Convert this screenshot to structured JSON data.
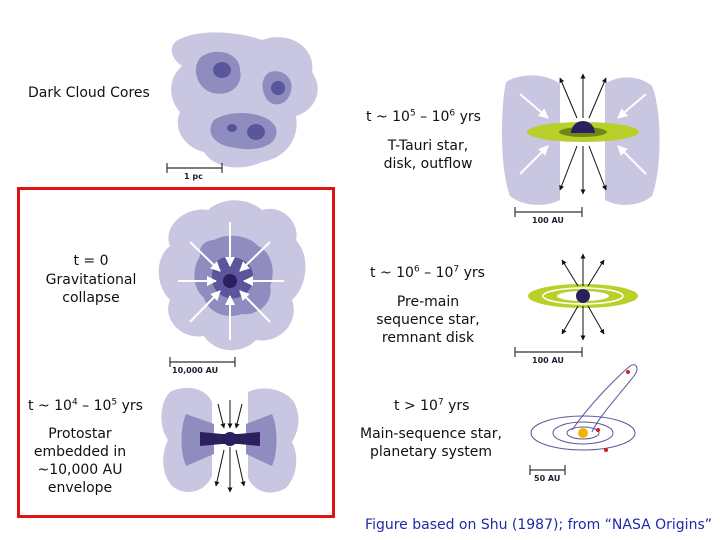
{
  "labels": {
    "dark_cloud": "Dark Cloud Cores",
    "t0_time": "t = 0",
    "t0_desc_1": "Gravitational",
    "t0_desc_2": "collapse",
    "proto_time_prefix": "t ~ 10",
    "proto_time_exp1": "4",
    "proto_time_mid": " – 10",
    "proto_time_exp2": "5",
    "proto_time_suffix": " yrs",
    "proto_desc_1": "Protostar",
    "proto_desc_2": "embedded in",
    "proto_desc_3": "~10,000 AU",
    "proto_desc_4": "envelope",
    "ttauri_time_prefix": "t ~ 10",
    "ttauri_time_exp1": "5",
    "ttauri_time_mid": " – 10",
    "ttauri_time_exp2": "6",
    "ttauri_time_suffix": " yrs",
    "ttauri_desc_1": "T-Tauri star,",
    "ttauri_desc_2": "disk, outflow",
    "premain_time_prefix": "t ~ 10",
    "premain_time_exp1": "6",
    "premain_time_mid": " – 10",
    "premain_time_exp2": "7",
    "premain_time_suffix": " yrs",
    "premain_desc_1": "Pre-main",
    "premain_desc_2": "sequence star,",
    "premain_desc_3": "remnant disk",
    "main_time_prefix": "t > 10",
    "main_time_exp": "7",
    "main_time_suffix": " yrs",
    "main_desc_1": "Main-sequence star,",
    "main_desc_2": "planetary system"
  },
  "scale_bars": {
    "cloud": "1 pc",
    "collapse": "10,000 AU",
    "ttauri": "100 AU",
    "premain": "100 AU",
    "system": "50 AU"
  },
  "credit": "Figure based on Shu (1987); from “NASA Origins”",
  "colors": {
    "frame": "#e01212",
    "cloud_light": "#c8c6e0",
    "cloud_mid": "#8f8cbf",
    "cloud_dark": "#5b569c",
    "core": "#2b1f5e",
    "disk": "#b9cf2a",
    "credit": "#1f2aa6"
  }
}
